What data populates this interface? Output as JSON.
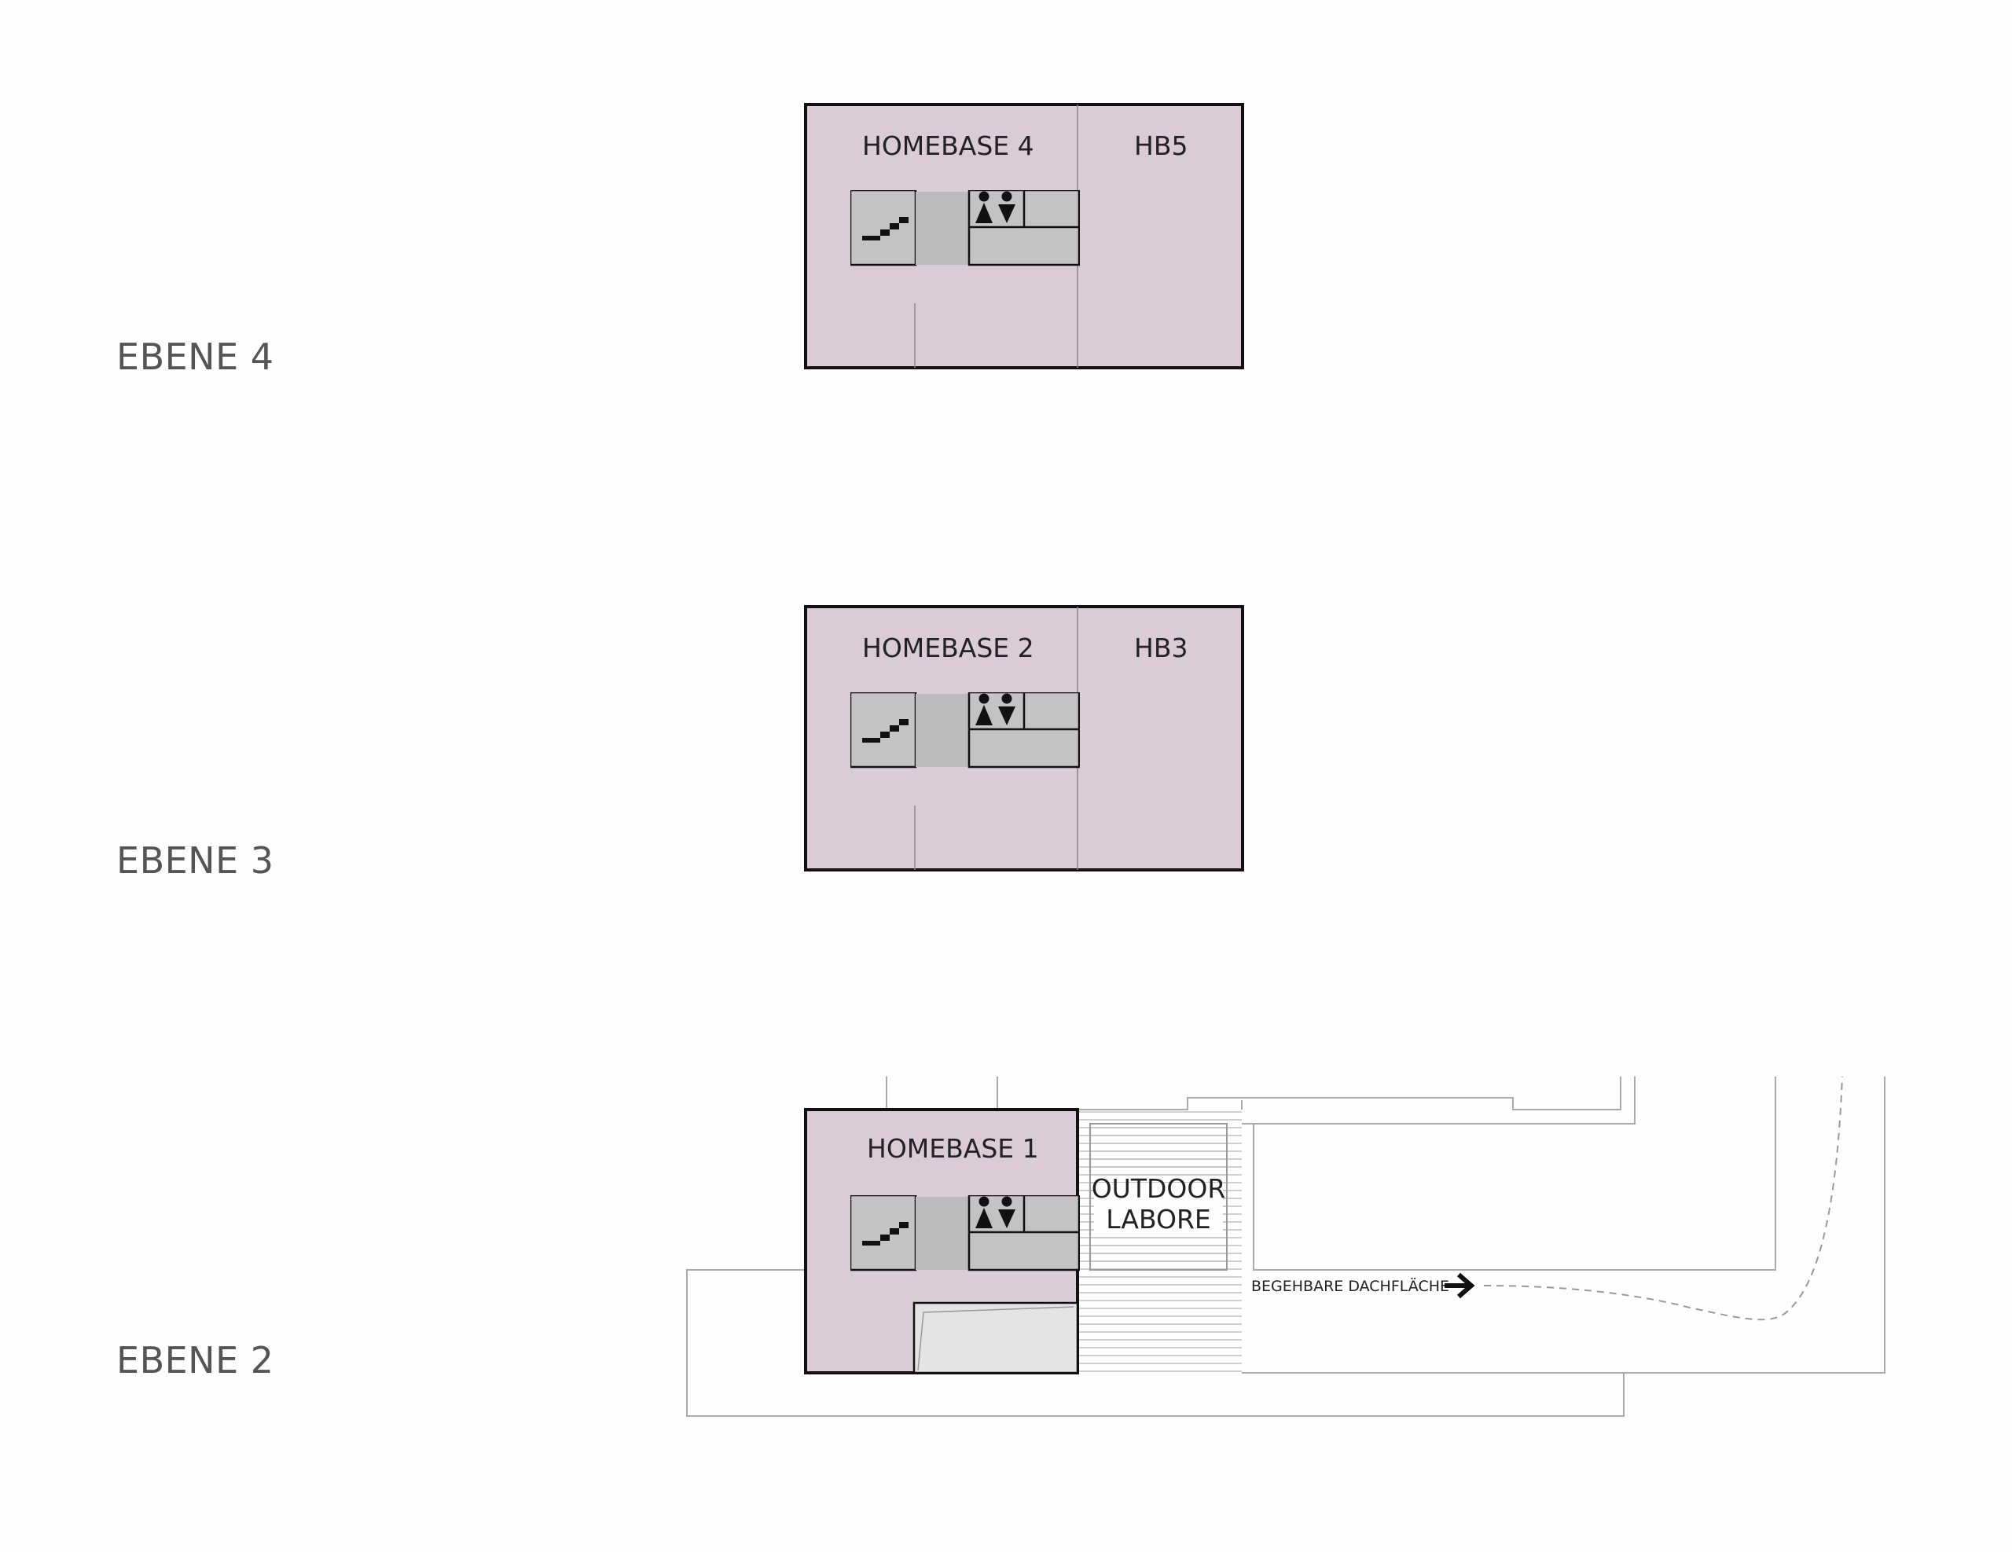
{
  "levels": [
    {
      "label": "EBENE 4",
      "rooms": [
        "HOMEBASE 4",
        "HB5"
      ]
    },
    {
      "label": "EBENE 3",
      "rooms": [
        "HOMEBASE 2",
        "HB3"
      ]
    },
    {
      "label": "EBENE 2",
      "rooms": [
        "HOMEBASE 1"
      ],
      "outdoor": [
        "OUTDOOR",
        "LABORE"
      ],
      "roof_label": "BEGEHBARE DACHFLÄCHE"
    }
  ],
  "colors": {
    "floor_fill": "#dbcbd7",
    "core_fill": "#c3c3c3",
    "circulation_fill": "#bbbbbb",
    "outline": "#111111",
    "context_line": "#aaaaaa"
  },
  "icons": [
    "stair-icon",
    "toilet-icon",
    "arrow-right-icon"
  ]
}
